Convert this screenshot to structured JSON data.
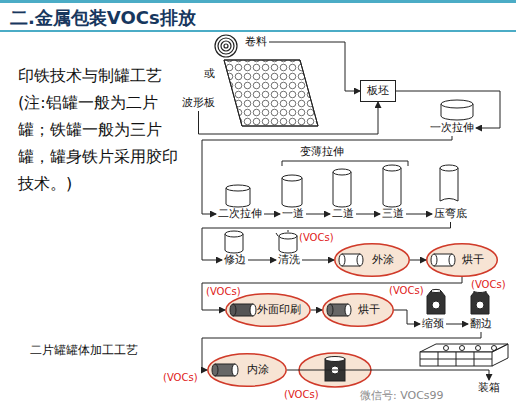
{
  "diagram": {
    "title": "二.金属包装VOCs排放",
    "caption": "二片罐罐体加工工艺",
    "nodes": [
      {
        "text": [
          "卷料"
        ]
      },
      {
        "text": [
          "波形板"
        ]
      },
      {
        "text": [
          "板坯"
        ]
      },
      {
        "text": [
          "一次拉伸"
        ]
      },
      {
        "text": [
          "二次拉伸"
        ]
      },
      {
        "text": [
          "一道"
        ]
      },
      {
        "text": [
          "二道"
        ]
      },
      {
        "text": [
          "三道"
        ]
      },
      {
        "text": [
          "压弯底"
        ]
      },
      {
        "text": [
          "修边"
        ]
      },
      {
        "text": [
          "清洗"
        ]
      },
      {
        "text": [
          "外涂"
        ]
      },
      {
        "text": [
          "烘干"
        ]
      },
      {
        "text": [
          "外面印刷"
        ]
      },
      {
        "text": [
          "烘干"
        ]
      },
      {
        "text": [
          "缩颈"
        ]
      },
      {
        "text": [
          "翻边"
        ]
      },
      {
        "text": [
          "内涂"
        ]
      },
      {
        "text": [
          "装箱"
        ]
      }
    ],
    "edges": [
      {
        "from": 0,
        "to": 2,
        "arrow": "to"
      },
      {
        "from": 1,
        "to": 2,
        "arrow": "to"
      },
      {
        "from": 2,
        "to": 3,
        "arrow": "to"
      },
      {
        "from": 3,
        "to": 4,
        "arrow": "to"
      },
      {
        "from": 4,
        "to": 5,
        "arrow": "to"
      },
      {
        "from": 5,
        "to": 6,
        "arrow": "to"
      },
      {
        "from": 6,
        "to": 7,
        "arrow": "to"
      },
      {
        "from": 7,
        "to": 8,
        "arrow": "to"
      },
      {
        "from": 8,
        "to": 9,
        "arrow": "to"
      },
      {
        "from": 9,
        "to": 10,
        "arrow": "to"
      },
      {
        "from": 10,
        "to": 11,
        "arrow": "to"
      },
      {
        "from": 11,
        "to": 12,
        "arrow": "to"
      },
      {
        "from": 12,
        "to": 13,
        "arrow": "to"
      },
      {
        "from": 13,
        "to": 14,
        "arrow": "to"
      },
      {
        "from": 14,
        "to": 15,
        "arrow": "to"
      },
      {
        "from": 15,
        "to": 16,
        "arrow": "to"
      },
      {
        "from": 16,
        "to": 17,
        "arrow": "to"
      },
      {
        "from": 17,
        "to": 18,
        "arrow": "to"
      }
    ],
    "labels": [
      "或",
      "变薄拉伸",
      "印铁技术与制罐工艺",
      "(注:铝罐一般为二片罐；铁罐一般为三片罐，罐身铁片采用胶印技术。)",
      "(VOCs)",
      "(VOCs)",
      "(VOCs)",
      "(VOCs)",
      "(VOCs)",
      "(VOCs)",
      "微信号: VOCs99"
    ]
  }
}
